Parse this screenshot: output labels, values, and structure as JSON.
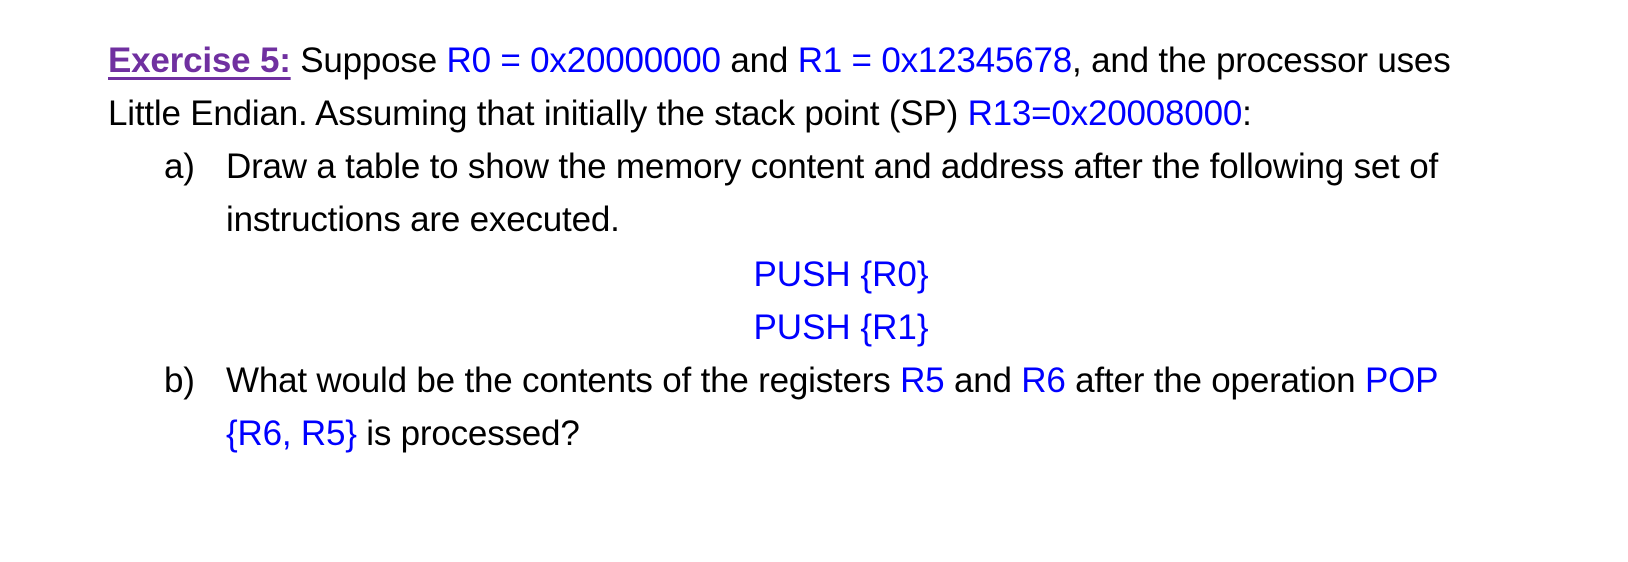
{
  "document": {
    "question": {
      "label": "Exercise 5:",
      "stem_part1": " Suppose ",
      "reg0": "R0 = 0x20000000",
      "stem_part2": " and ",
      "reg1": "R1 = 0x12345678",
      "stem_part3": ", and the processor uses Little Endian. Assuming that initially the stack point (SP) ",
      "reg13": "R13=0x20008000",
      "stem_part4": ":"
    },
    "items": [
      {
        "marker": "a)",
        "text": "Draw a table to show the memory content and address after the following set of instructions are executed."
      },
      {
        "marker": "b)",
        "text_part1": "What would be the contents of the registers ",
        "reg5": "R5",
        "text_part2": " and ",
        "reg6": "R6",
        "text_part3": " after the operation ",
        "pop_instruction": "POP {R6, R5}",
        "text_part4": " is processed?"
      }
    ],
    "instructions": [
      "PUSH {R0}",
      "PUSH {R1}"
    ]
  },
  "colors": {
    "heading_purple": "#7030A0",
    "code_blue": "#0000FF",
    "body_black": "#000000",
    "background": "#FFFFFF"
  }
}
